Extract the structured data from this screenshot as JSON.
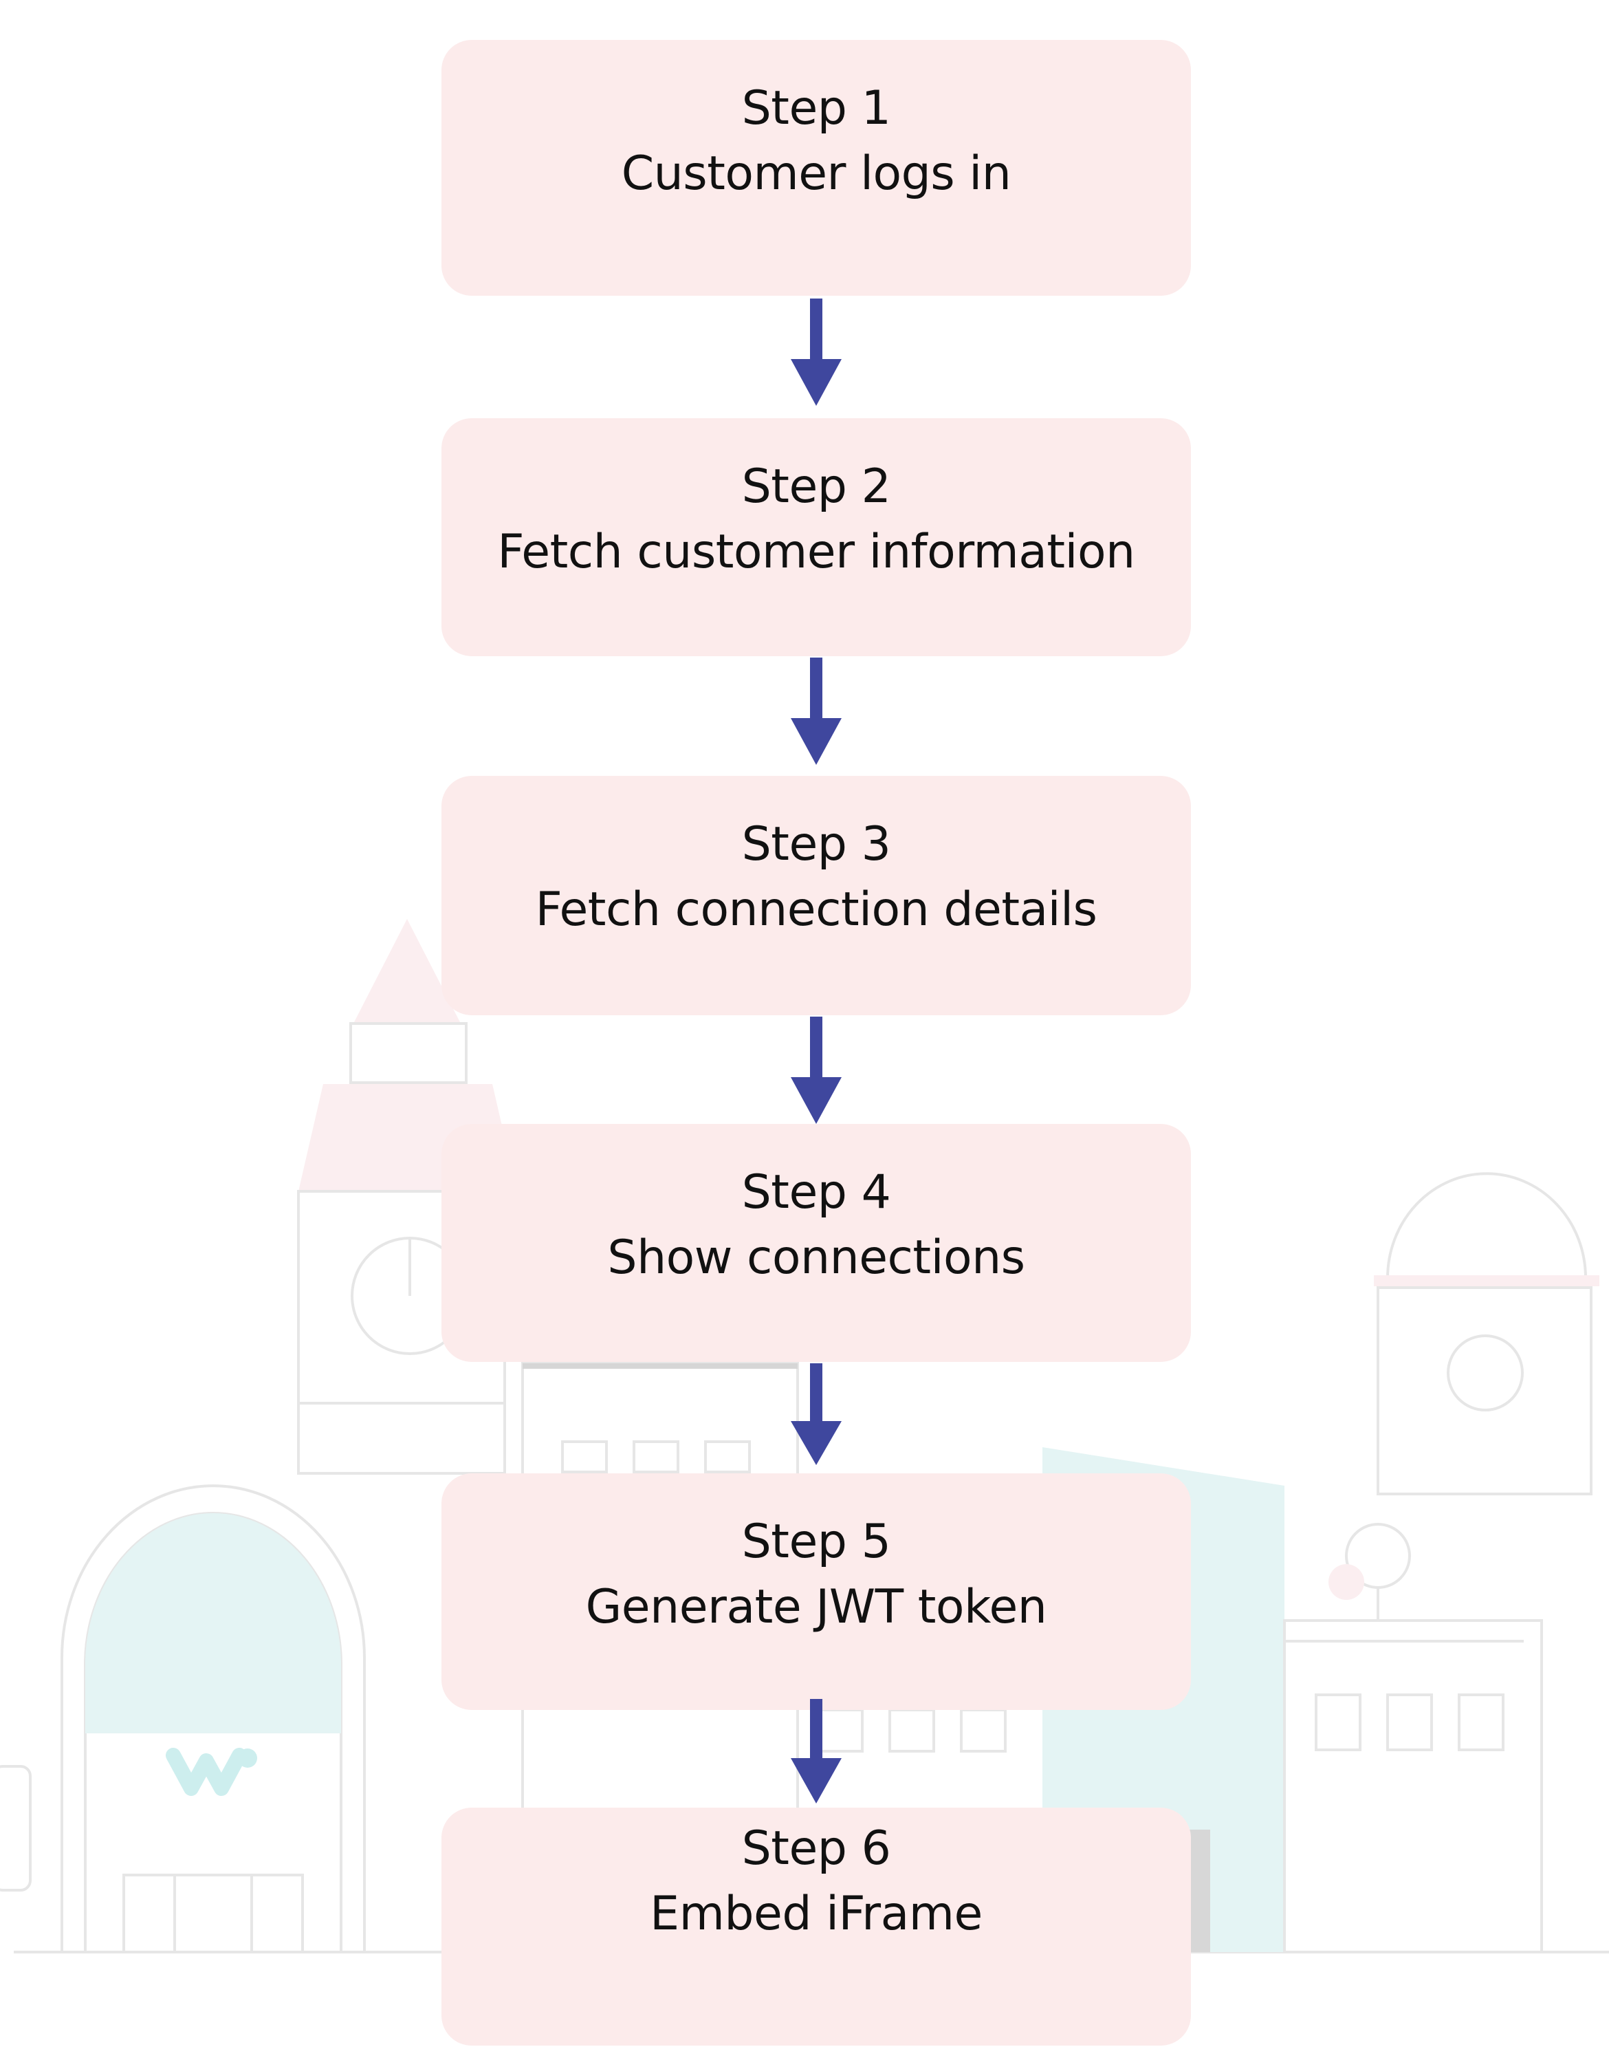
{
  "colors": {
    "box_fill": "#fcebeb",
    "arrow": "#3f479e",
    "text": "#111111",
    "background_line": "#e6e6e6",
    "background_teal": "#e4f4f4",
    "background_pink": "#fbeef0"
  },
  "steps": [
    {
      "title": "Step 1",
      "description": "Customer logs in"
    },
    {
      "title": "Step 2",
      "description": "Fetch customer information"
    },
    {
      "title": "Step 3",
      "description": "Fetch connection details"
    },
    {
      "title": "Step 4",
      "description": "Show connections"
    },
    {
      "title": "Step 5",
      "description": "Generate JWT token"
    },
    {
      "title": "Step 6",
      "description": "Embed iFrame"
    }
  ],
  "background": {
    "illustration": "faded-city-skyline",
    "logo_icon": "w-logo-icon"
  }
}
